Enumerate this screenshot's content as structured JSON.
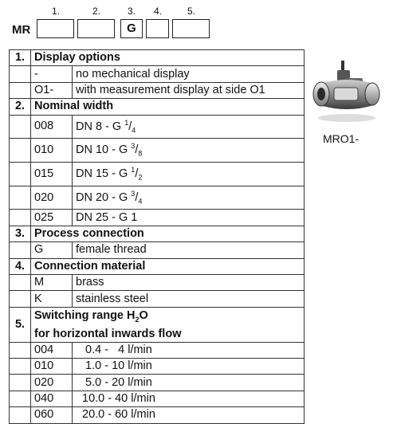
{
  "order_code": {
    "prefix": "MR",
    "position_numbers": [
      "1.",
      "2.",
      "3.",
      "4.",
      "5."
    ],
    "fixed_value": "G"
  },
  "sections": {
    "s1": {
      "number": "1.",
      "title": "Display options",
      "rows": [
        {
          "code": "-",
          "desc": "no mechanical display"
        },
        {
          "code": "O1-",
          "desc": "with measurement display at side O1"
        }
      ]
    },
    "s2": {
      "number": "2.",
      "title": "Nominal width",
      "rows": [
        {
          "code": "008",
          "desc_main": "DN  8 - G ",
          "frac_num": "1",
          "frac_den": "4"
        },
        {
          "code": "010",
          "desc_main": "DN 10 - G ",
          "frac_num": "3",
          "frac_den": "8"
        },
        {
          "code": "015",
          "desc_main": "DN 15 - G ",
          "frac_num": "1",
          "frac_den": "2"
        },
        {
          "code": "020",
          "desc_main": "DN 20 - G ",
          "frac_num": "3",
          "frac_den": "4"
        },
        {
          "code": "025",
          "desc": "DN 25 - G 1"
        }
      ]
    },
    "s3": {
      "number": "3.",
      "title": "Process connection",
      "rows": [
        {
          "code": "G",
          "desc": "female thread"
        }
      ]
    },
    "s4": {
      "number": "4.",
      "title": "Connection material",
      "rows": [
        {
          "code": "M",
          "desc": "brass"
        },
        {
          "code": "K",
          "desc": "stainless steel"
        }
      ]
    },
    "s5": {
      "number": "5.",
      "title_line1_a": "Switching range H",
      "title_line1_sub": "2",
      "title_line1_b": "O",
      "title_line2": "for horizontal inwards flow",
      "rows": [
        {
          "code": "004",
          "desc": " 0.4 -   4 l/min"
        },
        {
          "code": "010",
          "desc": " 1.0 - 10 l/min"
        },
        {
          "code": "020",
          "desc": " 5.0 - 20 l/min"
        },
        {
          "code": "040",
          "desc": "10.0 - 40 l/min"
        },
        {
          "code": "060",
          "desc": "20.0 - 60 l/min"
        }
      ]
    }
  },
  "product": {
    "label": "MRO1-"
  }
}
